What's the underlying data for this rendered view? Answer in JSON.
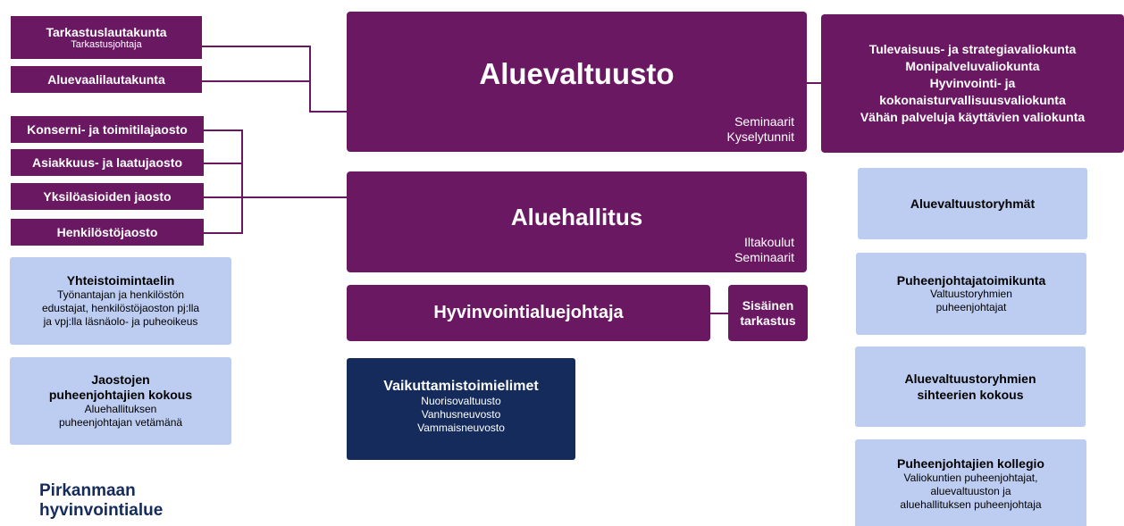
{
  "left_boxes": {
    "tarkastuslautakunta": {
      "title": "Tarkastuslautakunta",
      "subtitle": "Tarkastusjohtaja"
    },
    "aluevaalilautakunta": "Aluevaalilautakunta",
    "jaostot": [
      "Konserni- ja toimitilajaosto",
      "Asiakkuus- ja laatujaosto",
      "Yksilöasioiden jaosto",
      "Henkilöstöjaosto"
    ]
  },
  "yhteistoimintaelin": {
    "title": "Yhteistoimintaelin",
    "lines": [
      "Työnantajan ja henkilöstön",
      "edustajat, henkilöstöjaoston pj:lla",
      "ja vpj:lla läsnäolo- ja puheoikeus"
    ]
  },
  "jaostojen_kokous": {
    "title_lines": [
      "Jaostojen",
      "puheenjohtajien kokous"
    ],
    "lines": [
      "Aluehallituksen",
      "puheenjohtajan vetämänä"
    ]
  },
  "logo": {
    "lines": [
      "Pirkanmaan",
      "hyvinvointialue"
    ]
  },
  "aluevaltuusto": {
    "title": "Aluevaltuusto",
    "notes": [
      "Seminaarit",
      "Kyselytunnit"
    ]
  },
  "aluehallitus": {
    "title": "Aluehallitus",
    "notes": [
      "Iltakoulut",
      "Seminaarit"
    ]
  },
  "hyvinvointialuejohtaja": "Hyvinvointialuejohtaja",
  "sisainen_tarkastus": [
    "Sisäinen",
    "tarkastus"
  ],
  "vaikuttamistoimielimet": {
    "title": "Vaikuttamistoimielimet",
    "lines": [
      "Nuorisovaltuusto",
      "Vanhusneuvosto",
      "Vammaisneuvosto"
    ]
  },
  "valiokunnat": [
    "Tulevaisuus- ja strategiavaliokunta",
    "Monipalveluvaliokunta",
    "Hyvinvointi- ja",
    "kokonaisturvallisuusvaliokunta",
    "Vähän palveluja käyttävien valiokunta"
  ],
  "right_boxes": {
    "aluevaltuustoryhmat": "Aluevaltuustoryhmät",
    "puheenjohtajatoimikunta": {
      "title": "Puheenjohtajatoimikunta",
      "lines": [
        "Valtuustoryhmien",
        "puheenjohtajat"
      ]
    },
    "sihteerien_kokous": [
      "Aluevaltuustoryhmien",
      "sihteerien kokous"
    ],
    "kollegio": {
      "title": "Puheenjohtajien kollegio",
      "lines": [
        "Valiokuntien puheenjohtajat,",
        "aluevaltuuston ja",
        "aluehallituksen puheenjohtaja"
      ]
    }
  },
  "colors": {
    "purple": "#6b1863",
    "light_blue": "#bdcdf1",
    "navy": "#142b5c",
    "logo_text": "#142b5c"
  }
}
